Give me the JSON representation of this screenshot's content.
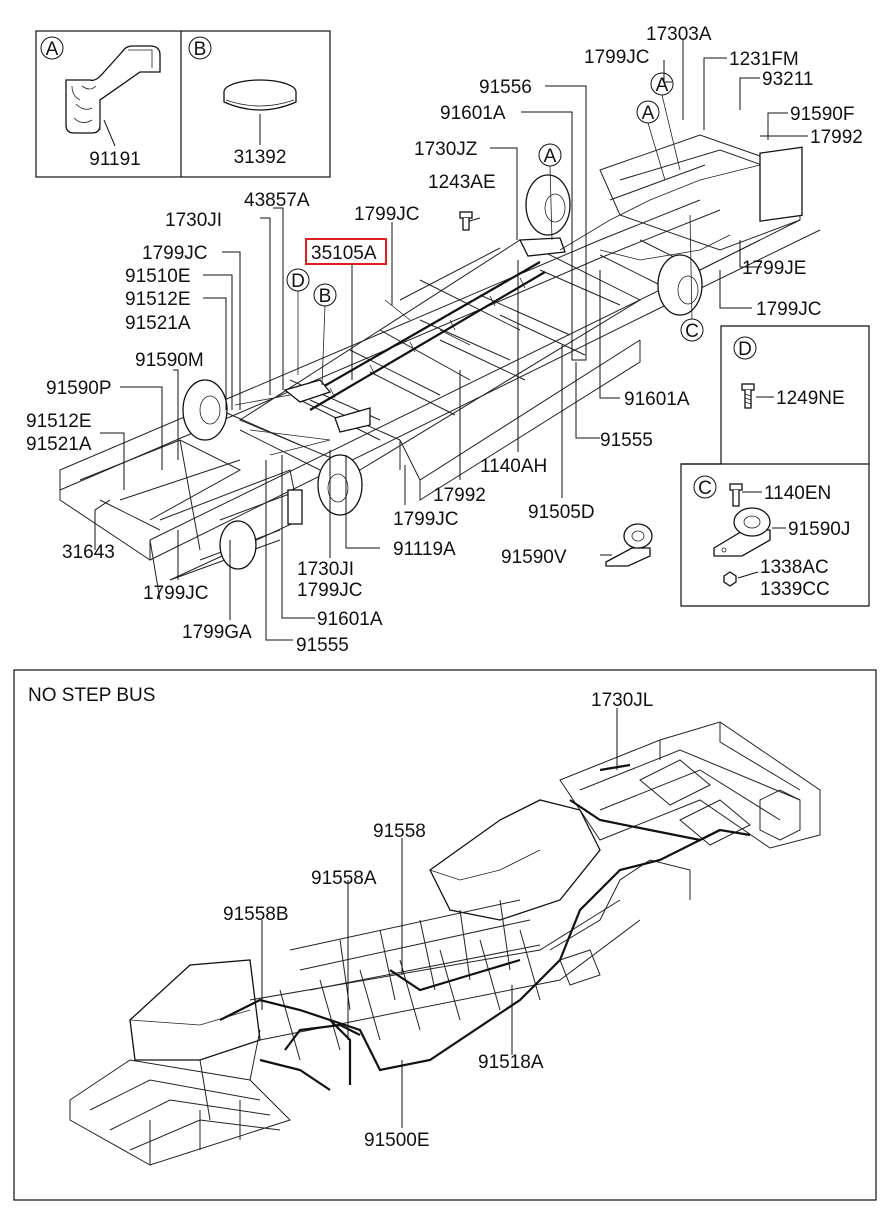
{
  "title_box": {
    "label": "NO STEP BUS"
  },
  "inset_A": {
    "letter": "A",
    "part": "91191"
  },
  "inset_B": {
    "letter": "B",
    "part": "31392"
  },
  "inset_D": {
    "letter": "D",
    "part": "1249NE"
  },
  "inset_C": {
    "letter": "C",
    "parts": [
      "1140EN",
      "91590J",
      "1338AC",
      "1339CC"
    ]
  },
  "circle_letters": [
    "A",
    "A",
    "A",
    "B",
    "C",
    "D"
  ],
  "highlighted_part": "35105A",
  "labels_upper": [
    "17303A",
    "1799JC",
    "1231FM",
    "91556",
    "93211",
    "91590F",
    "91601A",
    "17992",
    "1730JZ",
    "1243AE",
    "43857A",
    "1799JC",
    "1730JI",
    "1799JC",
    "91510E",
    "91512E",
    "91521A",
    "91590M",
    "91590P",
    "91512E",
    "91521A",
    "31643",
    "1799JC",
    "1799GA",
    "91555",
    "91601A",
    "1730JI",
    "1799JC",
    "91119A",
    "1799JC",
    "17992",
    "1140AH",
    "91505D",
    "91555",
    "91601A",
    "1799JE",
    "1799JC",
    "91590V"
  ],
  "labels_lower": [
    "1730JL",
    "91558",
    "91558A",
    "91558B",
    "91518A",
    "91500E"
  ]
}
